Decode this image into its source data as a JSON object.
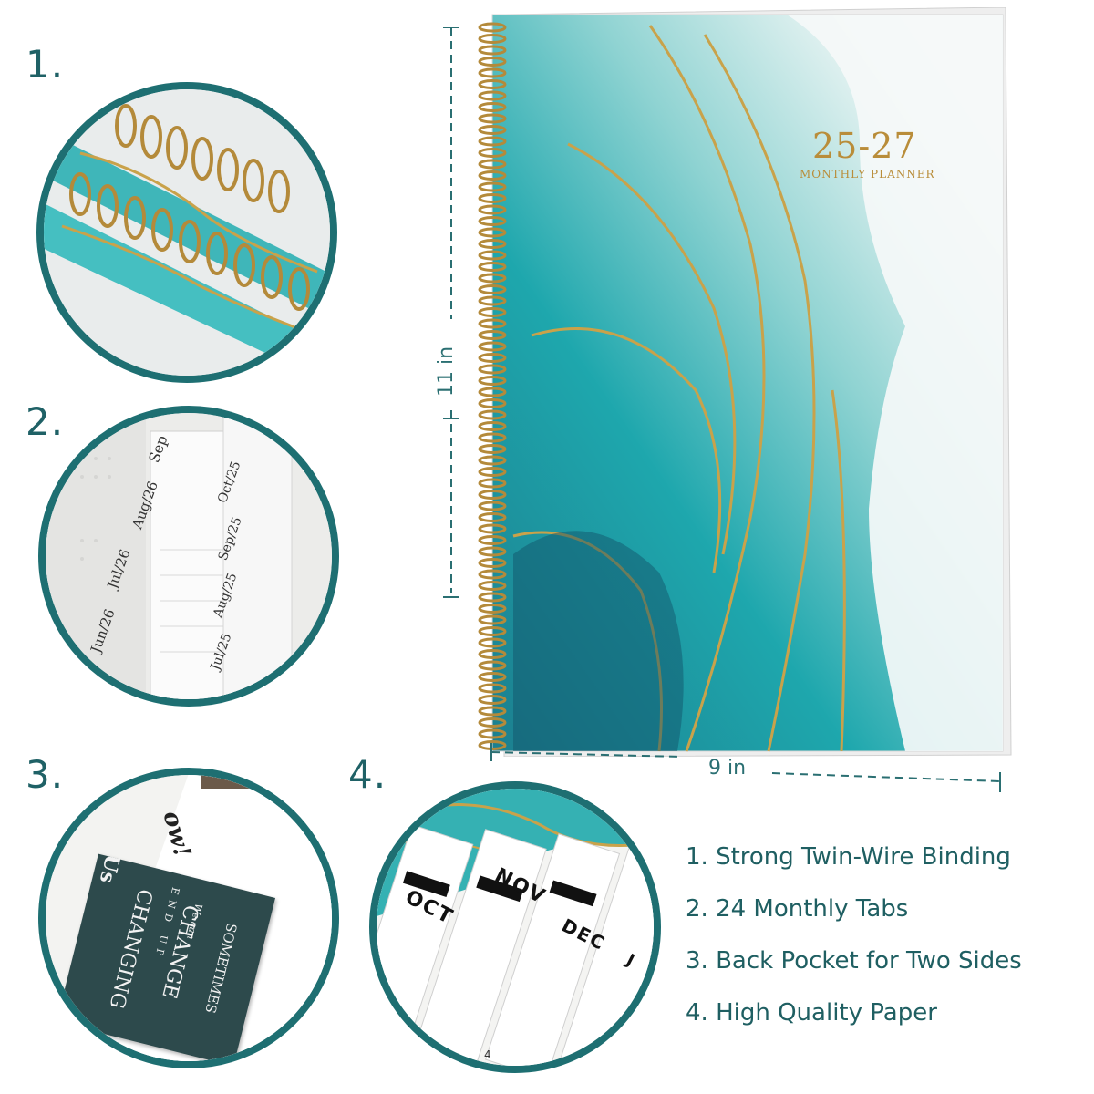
{
  "step_numbers": [
    "1.",
    "2.",
    "3.",
    "4."
  ],
  "planner": {
    "years": "25-27",
    "subtitle": "MONTHLY PLANNER",
    "height_label": "11 in",
    "width_label": "9 in"
  },
  "tabs_closeup": {
    "labels": [
      "Sep",
      "Aug/26",
      "Jul/26",
      "Jun/26",
      "Oct/25",
      "Sep/25",
      "Aug/25",
      "Jul/25"
    ]
  },
  "pocket_closeup": {
    "card_lines": [
      "SOMETIMES",
      "We can",
      "CHANGE",
      "END UP",
      "CHANGING",
      "Us"
    ],
    "back_text": "ow!"
  },
  "paper_closeup": {
    "tabs": [
      "OCT",
      "NOV",
      "DEC",
      "J"
    ],
    "footer_number": "4"
  },
  "features": [
    "1. Strong Twin-Wire Binding",
    "2. 24 Monthly Tabs",
    "3. Back Pocket for Two Sides",
    "4. High Quality Paper"
  ],
  "colors": {
    "frame": "#1e6f72",
    "text": "#1f5f62",
    "teal": "#1a9aa0",
    "gold": "#c9a24a"
  }
}
